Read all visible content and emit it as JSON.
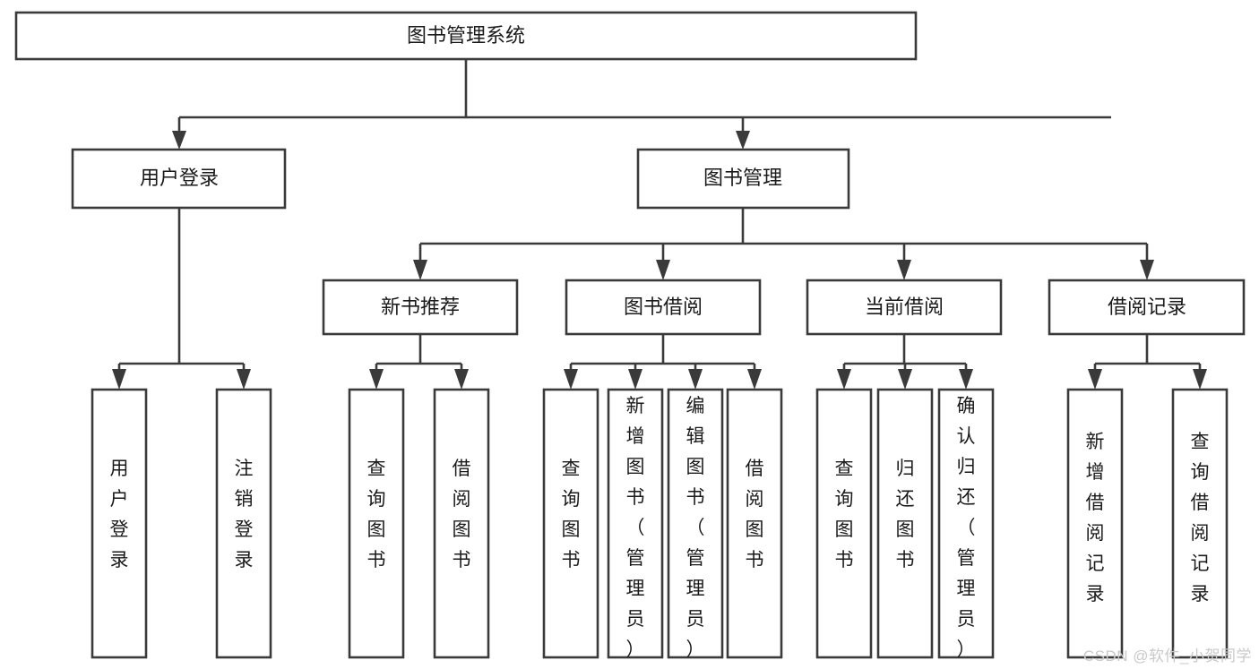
{
  "diagram": {
    "type": "tree-hierarchy-chart",
    "title": "图书管理系统",
    "watermark": "CSDN @软件_小贺同学",
    "colors": {
      "stroke": "#3a3a3a",
      "box_fill": "#ffffff",
      "text": "#1a1a1a",
      "background": "#ffffff",
      "watermark": "#c9c9c9"
    },
    "nodes": {
      "root": {
        "label": "图书管理系统"
      },
      "level2": [
        {
          "id": "user-login",
          "label": "用户登录"
        },
        {
          "id": "book-manage",
          "label": "图书管理"
        }
      ],
      "level3": [
        {
          "id": "new-book-recommend",
          "label": "新书推荐"
        },
        {
          "id": "book-borrow",
          "label": "图书借阅"
        },
        {
          "id": "current-borrow",
          "label": "当前借阅"
        },
        {
          "id": "borrow-record",
          "label": "借阅记录"
        }
      ],
      "leaves_user_login": [
        {
          "id": "leaf-user-login",
          "label": "用户登录"
        },
        {
          "id": "leaf-user-logout",
          "label": "注销登录"
        }
      ],
      "leaves_new_book_recommend": [
        {
          "id": "leaf-query-book-1",
          "label": "查询图书"
        },
        {
          "id": "leaf-borrow-book-1",
          "label": "借阅图书"
        }
      ],
      "leaves_book_borrow": [
        {
          "id": "leaf-query-book-2",
          "label": "查询图书"
        },
        {
          "id": "leaf-add-book",
          "label": "新增图书（管理员）"
        },
        {
          "id": "leaf-edit-book",
          "label": "编辑图书（管理员）"
        },
        {
          "id": "leaf-borrow-book-2",
          "label": "借阅图书"
        }
      ],
      "leaves_current_borrow": [
        {
          "id": "leaf-query-book-3",
          "label": "查询图书"
        },
        {
          "id": "leaf-return-book",
          "label": "归还图书"
        },
        {
          "id": "leaf-confirm-return",
          "label": "确认归还（管理员）"
        }
      ],
      "leaves_borrow_record": [
        {
          "id": "leaf-add-record",
          "label": "新增借阅记录"
        },
        {
          "id": "leaf-query-record",
          "label": "查询借阅记录"
        }
      ]
    }
  }
}
